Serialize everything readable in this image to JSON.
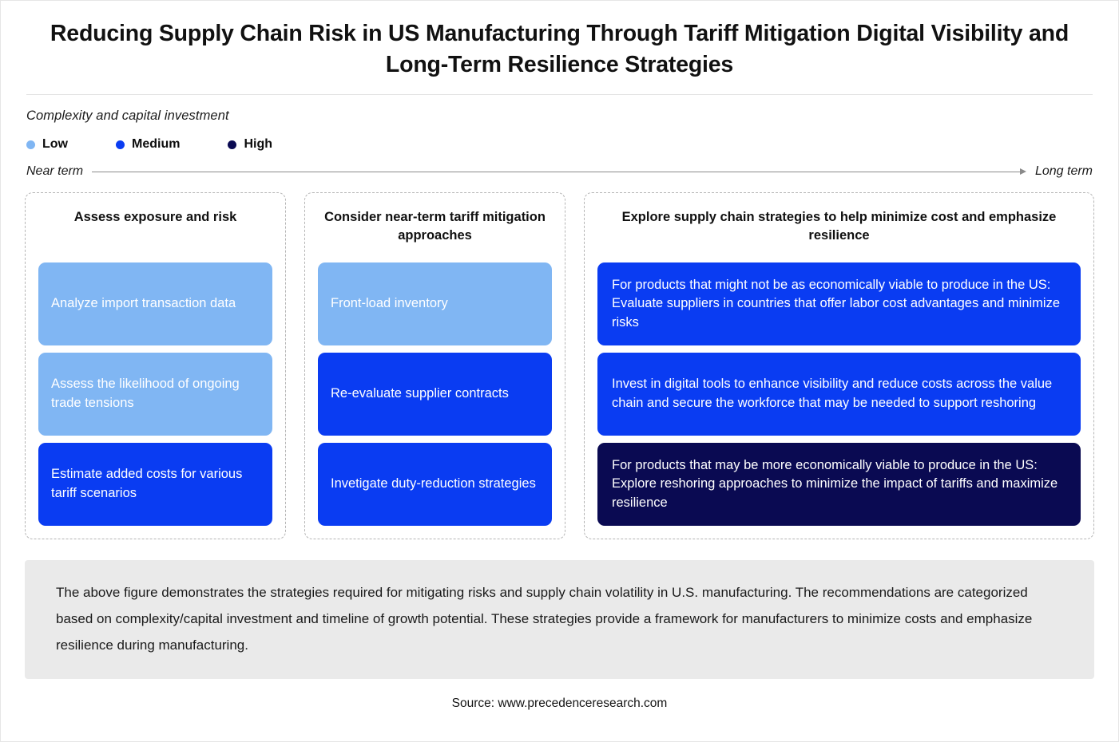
{
  "figure": {
    "title": "Reducing Supply Chain Risk in US Manufacturing Through Tariff Mitigation Digital Visibility and Long-Term Resilience Strategies",
    "source": "Source: www.precedenceresearch.com"
  },
  "legend": {
    "caption": "Complexity and capital investment",
    "items": [
      {
        "label": "Low",
        "color": "#80b6f3"
      },
      {
        "label": "Medium",
        "color": "#0a3cf2"
      },
      {
        "label": "High",
        "color": "#0a0a52"
      }
    ]
  },
  "timeline": {
    "start_label": "Near term",
    "end_label": "Long term"
  },
  "columns": [
    {
      "heading": "Assess exposure and risk",
      "cards": [
        {
          "text": "Analyze import transaction data",
          "level": "Low",
          "color": "#80b6f3"
        },
        {
          "text": "Assess the likelihood of ongoing trade tensions",
          "level": "Low",
          "color": "#80b6f3"
        },
        {
          "text": "Estimate added costs for various tariff scenarios",
          "level": "Medium",
          "color": "#0a3cf2"
        }
      ]
    },
    {
      "heading": "Consider near-term tariff mitigation approaches",
      "cards": [
        {
          "text": "Front-load inventory",
          "level": "Low",
          "color": "#80b6f3"
        },
        {
          "text": "Re-evaluate supplier contracts",
          "level": "Medium",
          "color": "#0a3cf2"
        },
        {
          "text": "Invetigate duty-reduction strategies",
          "level": "Medium",
          "color": "#0a3cf2"
        }
      ]
    },
    {
      "heading": "Explore supply chain strategies to help minimize cost and emphasize resilience",
      "cards": [
        {
          "text": "For products that might not be as economically viable to produce in the US: Evaluate suppliers in countries that offer labor cost advantages and minimize risks",
          "level": "Medium",
          "color": "#0a3cf2"
        },
        {
          "text": "Invest in digital tools to enhance visibility and reduce costs across the value chain and secure the workforce that may be needed to support reshoring",
          "level": "Medium",
          "color": "#0a3cf2"
        },
        {
          "text": "For products that may be more economically viable to produce in the US: Explore reshoring approaches to minimize the impact of tariffs and maximize resilience",
          "level": "High",
          "color": "#0a0a52"
        }
      ]
    }
  ],
  "footnote": {
    "text": "The above figure demonstrates the strategies required for mitigating risks and supply chain volatility in U.S. manufacturing. The recommendations are categorized based on complexity/capital investment and timeline of growth potential. These strategies provide a framework for manufacturers to minimize costs and emphasize resilience during manufacturing."
  }
}
